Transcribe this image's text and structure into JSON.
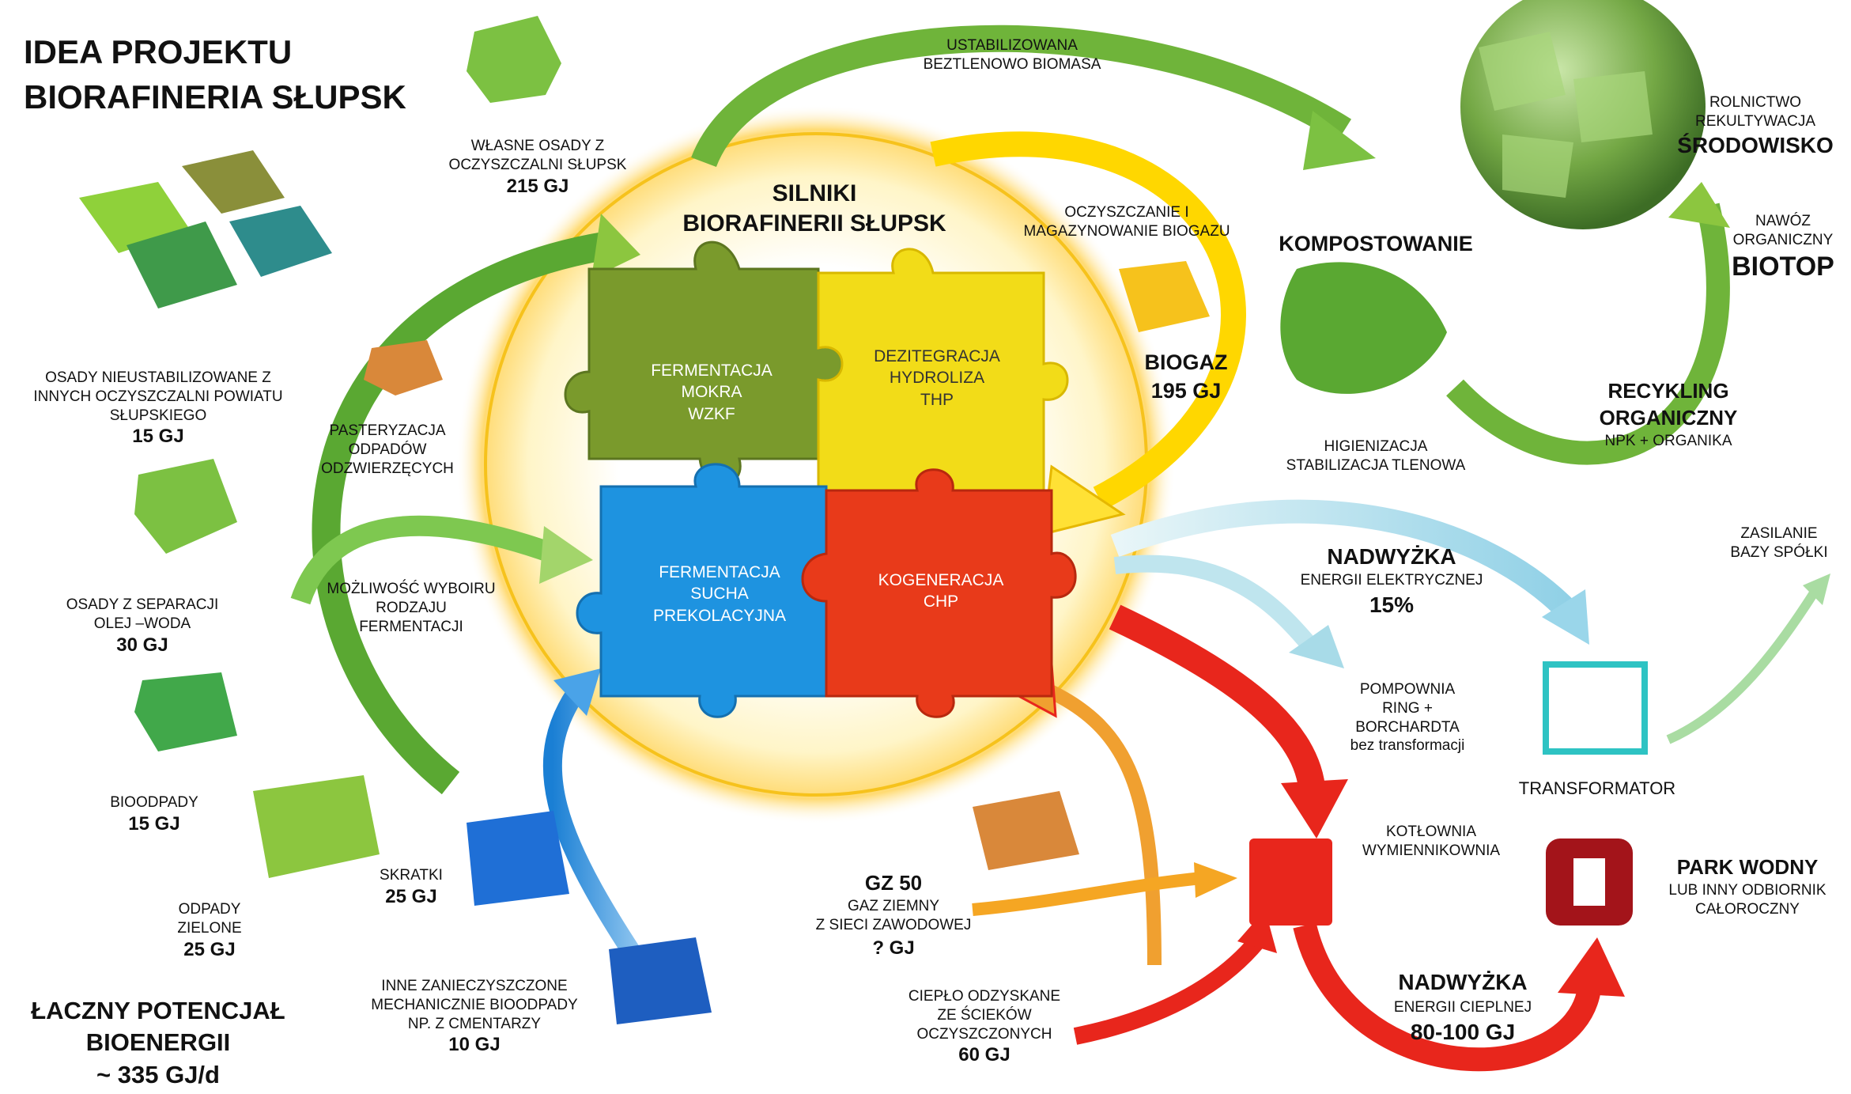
{
  "title": {
    "line1": "IDEA PROJEKTU",
    "line2": "BIORAFINERIA SŁUPSK"
  },
  "center": {
    "title1": "SILNIKI",
    "title2": "BIORAFINERII SŁUPSK",
    "pieces": {
      "fermentacja_mokra": [
        "FERMENTACJA",
        "MOKRA",
        "WZKF"
      ],
      "dezitegracja": [
        "DEZITEGRACJA",
        "HYDROLIZA",
        "THP"
      ],
      "fermentacja_sucha": [
        "FERMENTACJA",
        "SUCHA",
        "PREKOLACYJNA"
      ],
      "kogeneracja": [
        "KOGENERACJA",
        "CHP"
      ]
    }
  },
  "inputs": {
    "wlasne_osady": {
      "line1": "WŁASNE OSADY Z",
      "line2": "OCZYSZCZALNI SŁUPSK",
      "value": "215 GJ"
    },
    "osady_nieustab": {
      "line1": "OSADY NIEUSTABILIZOWANE Z",
      "line2": "INNYCH OCZYSZCZALNI POWIATU",
      "line3": "SŁUPSKIEGO",
      "value": "15 GJ"
    },
    "osady_separacji": {
      "line1": "OSADY Z SEPARACJI",
      "line2": "OLEJ –WODA",
      "value": "30 GJ"
    },
    "bioodpady": {
      "line1": "BIOODPADY",
      "value": "15 GJ"
    },
    "odpady_zielone": {
      "line1": "ODPADY",
      "line2": "ZIELONE",
      "value": "25 GJ"
    },
    "skratki": {
      "line1": "SKRATKI",
      "value": "25 GJ"
    },
    "inne": {
      "line1": "INNE ZANIECZYSZCZONE",
      "line2": "MECHANICZNIE BIOODPADY",
      "line3": "NP. Z CMENTARZY",
      "value": "10 GJ"
    }
  },
  "pasteryzacja": [
    "PASTERYZACJA",
    "ODPADÓW",
    "ODZWIERZĘCYCH"
  ],
  "wybor": [
    "MOŻLIWOŚĆ WYBOIRU",
    "RODZAJU",
    "FERMENTACJI"
  ],
  "potencjal": {
    "line1": "ŁACZNY POTENCJAŁ",
    "line2": "BIOENERGII",
    "line3": "~ 335 GJ/d"
  },
  "biomasa": [
    "USTABILIZOWANA",
    "BEZTLENOWO BIOMASA"
  ],
  "biogaz": {
    "line1": "OCZYSZCZANIE I",
    "line2": "MAGAZYNOWANIE BIOGAZU",
    "label": "BIOGAZ",
    "value": "195 GJ"
  },
  "kompostowanie": {
    "label": "KOMPOSTOWANIE",
    "line1": "HIGIENIZACJA",
    "line2": "STABILIZACJA TLENOWA"
  },
  "srodowisko": {
    "line1": "ROLNICTWO",
    "line2": "REKULTYWACJA",
    "label": "ŚRODOWISKO"
  },
  "biotop": {
    "line1": "NAWÓZ",
    "line2": "ORGANICZNY",
    "label": "BIOTOP"
  },
  "recykling": {
    "line1": "RECYKLING",
    "line2": "ORGANICZNY",
    "line3": "NPK + ORGANIKA"
  },
  "nadwyzka_el": {
    "label": "NADWYŻKA",
    "line1": "ENERGII ELEKTRYCZNEJ",
    "value": "15%"
  },
  "zasilanie": [
    "ZASILANIE",
    "BAZY SPÓŁKI"
  ],
  "pompownia": [
    "POMPOWNIA",
    "RING +",
    "BORCHARDTA",
    "bez transformacji"
  ],
  "transformator": "TRANSFORMATOR",
  "kotlownia": [
    "KOTŁOWNIA",
    "WYMIENNIKOWNIA"
  ],
  "park": {
    "label": "PARK WODNY",
    "line1": "LUB INNY ODBIORNIK",
    "line2": "CAŁOROCZNY"
  },
  "gz50": {
    "label": "GZ 50",
    "line1": "GAZ ZIEMNY",
    "line2": "Z SIECI ZAWODOWEJ",
    "value": "? GJ"
  },
  "cieplo": {
    "line1": "CIEPŁO ODZYSKANE",
    "line2": "ZE ŚCIEKÓW",
    "line3": "OCZYSZCZONYCH",
    "value": "60 GJ"
  },
  "nadwyzka_ciepl": {
    "label": "NADWYŻKA",
    "line1": "ENERGII CIEPLNEJ",
    "value": "80-100 GJ"
  },
  "colors": {
    "green": "#6aa84f",
    "olive": "#7a8f2a",
    "yellow": "#f2d400",
    "blue": "#1f9be0",
    "red": "#e33a1a",
    "orange": "#e8a33a",
    "teal": "#2e8b8b",
    "dark_red": "#a3141a"
  }
}
